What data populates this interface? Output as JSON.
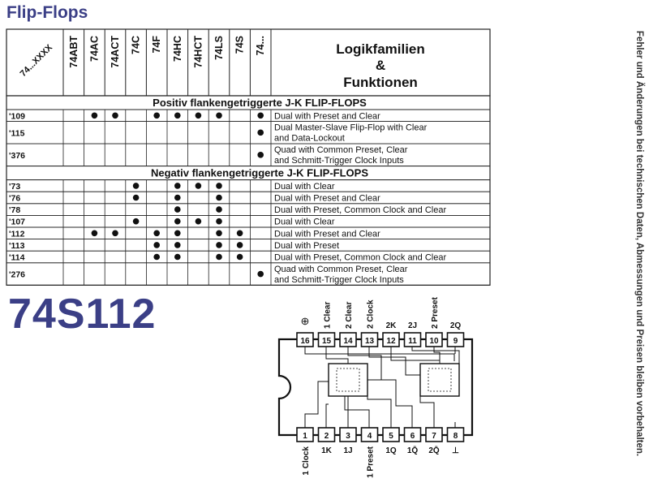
{
  "page": {
    "title": "Flip-Flops",
    "part_number": "74S112",
    "side_note": "Fehler und Änderungen bei technischen Daten, Abmessungen und Preisen bleiben vorbehalten."
  },
  "table": {
    "corner_label": "74...XXXX",
    "columns": [
      "74ABT",
      "74AC",
      "74ACT",
      "74C",
      "74F",
      "74HC",
      "74HCT",
      "74LS",
      "74S",
      "74..."
    ],
    "function_header": [
      "Logikfamilien",
      "&",
      "Funktionen"
    ],
    "sections": [
      {
        "title": "Positiv flankengetriggerte J-K FLIP-FLOPS",
        "rows": [
          {
            "type": "'109",
            "dots": [
              0,
              1,
              1,
              0,
              1,
              1,
              1,
              1,
              0,
              1
            ],
            "desc": [
              "Dual with Preset and Clear"
            ]
          },
          {
            "type": "'115",
            "dots": [
              0,
              0,
              0,
              0,
              0,
              0,
              0,
              0,
              0,
              1
            ],
            "desc": [
              "Dual Master-Slave Flip-Flop with Clear",
              "and Data-Lockout"
            ]
          },
          {
            "type": "'376",
            "dots": [
              0,
              0,
              0,
              0,
              0,
              0,
              0,
              0,
              0,
              1
            ],
            "desc": [
              "Quad with Common Preset, Clear",
              "and Schmitt-Trigger Clock Inputs"
            ]
          }
        ]
      },
      {
        "title": "Negativ flankengetriggerte J-K FLIP-FLOPS",
        "rows": [
          {
            "type": "'73",
            "dots": [
              0,
              0,
              0,
              1,
              0,
              1,
              1,
              1,
              0,
              0
            ],
            "desc": [
              "Dual with Clear"
            ]
          },
          {
            "type": "'76",
            "dots": [
              0,
              0,
              0,
              1,
              0,
              1,
              0,
              1,
              0,
              0
            ],
            "desc": [
              "Dual with Preset and Clear"
            ]
          },
          {
            "type": "'78",
            "dots": [
              0,
              0,
              0,
              0,
              0,
              1,
              0,
              1,
              0,
              0
            ],
            "desc": [
              "Dual with Preset, Common Clock and Clear"
            ]
          },
          {
            "type": "'107",
            "dots": [
              0,
              0,
              0,
              1,
              0,
              1,
              1,
              1,
              0,
              0
            ],
            "desc": [
              "Dual with Clear"
            ]
          },
          {
            "type": "'112",
            "dots": [
              0,
              1,
              1,
              0,
              1,
              1,
              0,
              1,
              1,
              0
            ],
            "desc": [
              "Dual with Preset and Clear"
            ]
          },
          {
            "type": "'113",
            "dots": [
              0,
              0,
              0,
              0,
              1,
              1,
              0,
              1,
              1,
              0
            ],
            "desc": [
              "Dual with Preset"
            ]
          },
          {
            "type": "'114",
            "dots": [
              0,
              0,
              0,
              0,
              1,
              1,
              0,
              1,
              1,
              0
            ],
            "desc": [
              "Dual with Preset, Common Clock and Clear"
            ]
          },
          {
            "type": "'276",
            "dots": [
              0,
              0,
              0,
              0,
              0,
              0,
              0,
              0,
              0,
              1
            ],
            "desc": [
              "Quad with Common Preset, Clear",
              "and Schmitt-Trigger Clock Inputs"
            ]
          }
        ]
      }
    ]
  },
  "pinout": {
    "top_pins": [
      {
        "num": "16",
        "label": "⊕"
      },
      {
        "num": "15",
        "label": "1 Clear"
      },
      {
        "num": "14",
        "label": "2 Clear"
      },
      {
        "num": "13",
        "label": "2 Clock"
      },
      {
        "num": "12",
        "label": "2K"
      },
      {
        "num": "11",
        "label": "2J"
      },
      {
        "num": "10",
        "label": "2 Preset"
      },
      {
        "num": "9",
        "label": "2Q"
      }
    ],
    "bottom_pins": [
      {
        "num": "1",
        "label": "1 Clock"
      },
      {
        "num": "2",
        "label": "1K"
      },
      {
        "num": "3",
        "label": "1J"
      },
      {
        "num": "4",
        "label": "1 Preset"
      },
      {
        "num": "5",
        "label": "1Q"
      },
      {
        "num": "6",
        "label": "1Q̄"
      },
      {
        "num": "7",
        "label": "2Q̄"
      },
      {
        "num": "8",
        "label": "⊥"
      }
    ]
  }
}
